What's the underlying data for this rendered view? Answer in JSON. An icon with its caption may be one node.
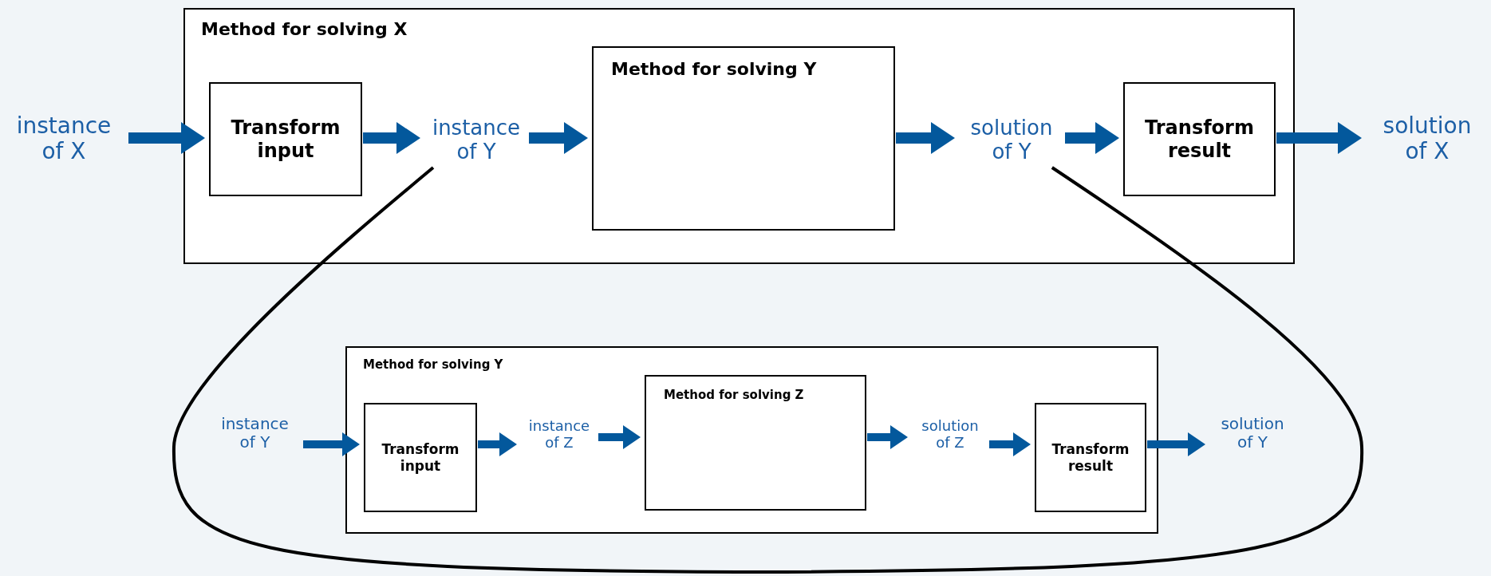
{
  "diagram": {
    "nodes": [
      {
        "text": [
          "Method for solving X"
        ]
      },
      {
        "text": [
          "instance of X"
        ]
      },
      {
        "text": [
          "Transform input"
        ],
        "in": 0
      },
      {
        "text": [
          "instance of Y"
        ],
        "in": 0
      },
      {
        "text": [
          "Method for solving Y"
        ],
        "in": 0
      },
      {
        "text": [
          "solution of Y"
        ],
        "in": 0
      },
      {
        "text": [
          "Transform result"
        ],
        "in": 0
      },
      {
        "text": [
          "solution of X"
        ]
      },
      {
        "text": [
          "Method for solving Y"
        ]
      },
      {
        "text": [
          "instance of Y"
        ]
      },
      {
        "text": [
          "Transform input"
        ],
        "in": 8
      },
      {
        "text": [
          "instance of Z"
        ],
        "in": 8
      },
      {
        "text": [
          "Method for solving Z"
        ],
        "in": 8
      },
      {
        "text": [
          "solution of Z"
        ],
        "in": 8
      },
      {
        "text": [
          "Transform result"
        ],
        "in": 8
      },
      {
        "text": [
          "solution of Y"
        ]
      }
    ],
    "edges": [
      {
        "from": 1,
        "to": 2,
        "arrow": "to"
      },
      {
        "from": 2,
        "to": 3,
        "arrow": "to"
      },
      {
        "from": 3,
        "to": 4,
        "arrow": "to"
      },
      {
        "from": 4,
        "to": 5,
        "arrow": "to"
      },
      {
        "from": 5,
        "to": 6,
        "arrow": "to"
      },
      {
        "from": 6,
        "to": 7,
        "arrow": "to"
      },
      {
        "from": 9,
        "to": 10,
        "arrow": "to"
      },
      {
        "from": 10,
        "to": 11,
        "arrow": "to"
      },
      {
        "from": 11,
        "to": 12,
        "arrow": "to"
      },
      {
        "from": 12,
        "to": 13,
        "arrow": "to"
      },
      {
        "from": 13,
        "to": 14,
        "arrow": "to"
      },
      {
        "from": 14,
        "to": 15,
        "arrow": "to"
      },
      {
        "from": 3,
        "to": 5,
        "arrow": "none",
        "color": "#000000"
      }
    ]
  }
}
